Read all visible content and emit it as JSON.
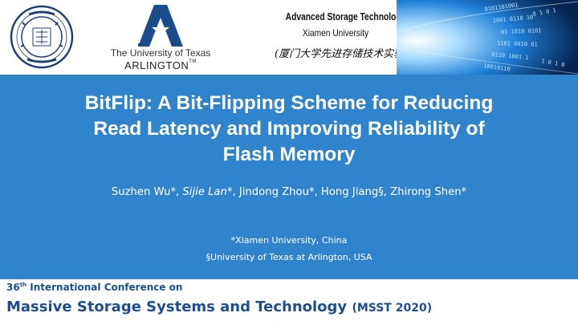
{
  "header": {
    "uta_logo": {
      "line1": "The University of Texas",
      "line2": "ARLINGTON",
      "tm": "TM"
    },
    "lab": {
      "line1": "Advanced Storage Technology Lab",
      "line2": "Xiamen University",
      "line3": "(厦门大学先进存储技术实验室)"
    }
  },
  "title": {
    "line1": "BitFlip: A Bit-Flipping Scheme for Reducing",
    "line2": "Read Latency and Improving Reliability of",
    "line3": "Flash Memory"
  },
  "authors": {
    "a1": "Suzhen Wu*, ",
    "a2": "Sijie Lan",
    "a3": "*, Jindong Zhou*, Hong Jiang§, Zhirong Shen*"
  },
  "affiliations": {
    "aff1": "*Xiamen University, China",
    "aff2": "§University of Texas at Arlington, USA"
  },
  "conference": {
    "ordinal_num": "36",
    "ordinal_suffix": "th",
    "line1_rest": " International Conference on",
    "line2": "Massive Storage Systems and Technology ",
    "line2_small": "(MSST 2020)"
  },
  "colors": {
    "band": "#2f84cc",
    "footer_text": "#1e4f8c",
    "uta_blue": "#1a4c8c"
  }
}
